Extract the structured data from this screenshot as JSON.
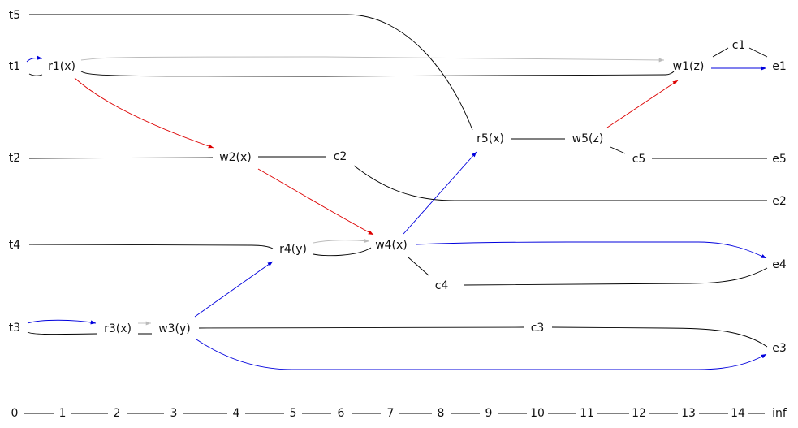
{
  "nodes": {
    "t5": "t5",
    "t1": "t1",
    "r1x": "r1(x)",
    "w1z": "w1(z)",
    "c1": "c1",
    "e1": "e1",
    "r5x": "r5(x)",
    "w5z": "w5(z)",
    "c5": "c5",
    "e5": "e5",
    "t2": "t2",
    "w2x": "w2(x)",
    "c2": "c2",
    "e2": "e2",
    "t4": "t4",
    "r4y": "r4(y)",
    "w4x": "w4(x)",
    "c4": "c4",
    "e4": "e4",
    "t3": "t3",
    "r3x": "r3(x)",
    "w3y": "w3(y)",
    "c3": "c3",
    "e3": "e3"
  },
  "axis": [
    "0",
    "1",
    "2",
    "3",
    "4",
    "5",
    "6",
    "7",
    "8",
    "9",
    "10",
    "11",
    "12",
    "13",
    "14",
    "inf"
  ],
  "colors": {
    "line": "#000000",
    "faint": "#bbbbbb",
    "order": "#0000dd",
    "conflict": "#dd0000"
  }
}
